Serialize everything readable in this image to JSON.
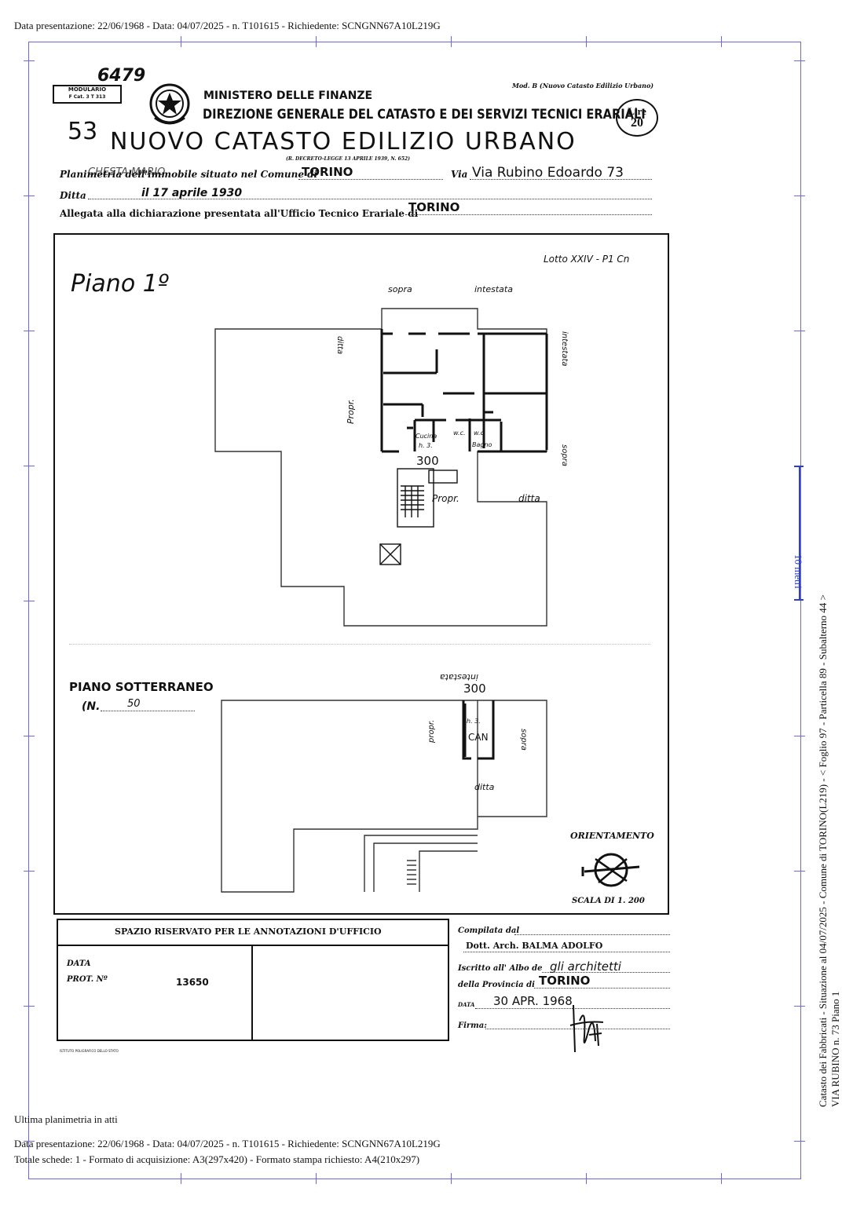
{
  "header_meta": "Data presentazione: 22/06/1968 - Data: 04/07/2025 - n. T101615 - Richiedente: SCNGNN67A10L219G",
  "footer": {
    "line0": "Ultima planimetria in atti",
    "line1": "Data presentazione: 22/06/1968 - Data: 04/07/2025 - n. T101615 - Richiedente: SCNGNN67A10L219G",
    "line2": "Totale schede: 1 - Formato di acquisizione: A3(297x420)  - Formato stampa richiesto: A4(210x297)"
  },
  "side_text": {
    "line1": "Catasto dei Fabbricati - Situazione al 04/07/2025 - Comune di TORINO(L219) - < Foglio 97 - Particella  89 - Subalterno 44 >",
    "line2": "VIA RUBINO n. 73 Piano 1",
    "scale_bar": "10 metri"
  },
  "form": {
    "handwritten_number": "6479",
    "modulario_line1": "MODULARIO",
    "modulario_line2": "F    Cat. 3  T    313",
    "ministry": "MINISTERO DELLE FINANZE",
    "direction": "DIREZIONE GENERALE DEL CATASTO E DEI SERVIZI TECNICI ERARIALI",
    "mod_b": "Mod. B (Nuovo Catasto Edilizio Urbano)",
    "lire_label": "Lire",
    "lire_value": "20",
    "sheet_number": "53",
    "title": "NUOVO CATASTO EDILIZIO URBANO",
    "decree": "(R. DECRETO-LEGGE 13 APRILE 1939, N. 652)",
    "planimetria_label": "Planimetria dell'immobile situato nel Comune di",
    "planimetria_owner": "CHESTA MARIO",
    "comune": "TORINO",
    "via_label": "Via",
    "via_value": "Via Rubino Edoardo  73",
    "ditta_label": "Ditta",
    "ditta_value": "il 17 aprile 1930",
    "allegata_label": "Allegata alla dichiarazione presentata all'Ufficio Tecnico Erariale di",
    "allegata_value": "TORINO"
  },
  "plan": {
    "lotto": "Lotto XXIV - P1 Cn",
    "piano1": "Piano 1º",
    "sopra": "sopra",
    "intestata": "intestata",
    "ditta_left": "ditta",
    "intestata_right": "intestata",
    "propr_left": "Propr.",
    "sopra_right": "sopra",
    "propr_mid": "Propr.",
    "ditta_mid": "ditta",
    "cucina": "Cucina",
    "h": "h. 3.",
    "wc1": "w.c.",
    "wc2": "w.c.",
    "bagno": "Bagno",
    "h300": "300",
    "piano_sott": "PIANO SOTTERRANEO",
    "n_label": "(N.",
    "n_value": "50",
    "intestata_b": "intestata",
    "h300_b": "300",
    "propr_b": "propr.",
    "h3_b": "h. 3.",
    "can": "CAN",
    "sopra_b": "sopra",
    "ditta_b": "ditta",
    "orientamento": "ORIENTAMENTO",
    "scala": "SCALA DI 1. 200"
  },
  "office": {
    "reserved": "SPAZIO RISERVATO PER LE ANNOTAZIONI D'UFFICIO",
    "data_label": "DATA",
    "prot_label": "PROT. Nº",
    "prot_value": "13650",
    "compilata": "Compilata dal",
    "compiler": "Dott. Arch. BALMA ADOLFO",
    "iscritto": "Iscritto all' Albo de",
    "albo": "gli architetti",
    "provincia": "della Provincia di",
    "provincia_value": "TORINO",
    "data2_label": "DATA",
    "data2_value": "30 APR. 1968",
    "firma": "Firma:",
    "printer": "ISTITUTO POLIGRAFICO DELLO STATO"
  }
}
